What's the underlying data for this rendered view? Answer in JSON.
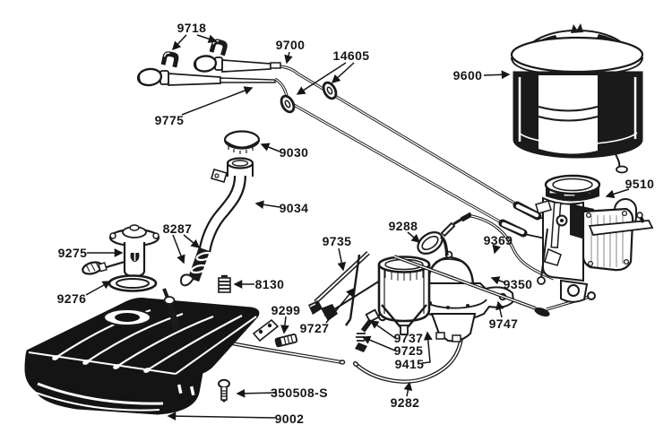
{
  "figure": {
    "type": "exploded-parts-line-drawing",
    "background_color": "#ffffff",
    "ink_color": "#1a1a1a"
  },
  "part_labels": {
    "p9718": "9718",
    "p9700": "9700",
    "p14605": "14605",
    "p9600": "9600",
    "p9775": "9775",
    "p9030": "9030",
    "p9034": "9034",
    "p8287": "8287",
    "p9275": "9275",
    "p9276": "9276",
    "p8130": "8130",
    "p9299": "9299",
    "p9735": "9735",
    "p9727": "9727",
    "p9288": "9288",
    "p9369": "9369",
    "p9510": "9510",
    "p9350": "9350",
    "p9747": "9747",
    "p9737": "9737",
    "p9725": "9725",
    "p9415": "9415",
    "p9282": "9282",
    "p350508s": "350508-S",
    "p9002": "9002"
  }
}
